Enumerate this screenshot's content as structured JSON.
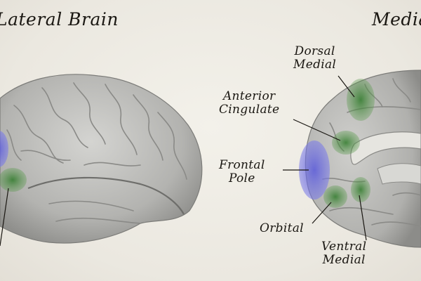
{
  "titles": {
    "lateral": "Lateral Brain",
    "medial": "Media"
  },
  "regions": {
    "dorsal_medial": [
      "Dorsal",
      "Medial"
    ],
    "anterior_cingulate": [
      "Anterior",
      "Cingulate"
    ],
    "frontal_pole": [
      "Frontal",
      "Pole"
    ],
    "orbital": "Orbital",
    "ventral_medial": [
      "Ventral",
      "Medial"
    ]
  },
  "colors": {
    "background": "#eeebe4",
    "brain_gray": "#b9b9b6",
    "highlight_blue": "#6f6fe0",
    "highlight_green": "#4f8f45",
    "ink": "#1a1712"
  }
}
